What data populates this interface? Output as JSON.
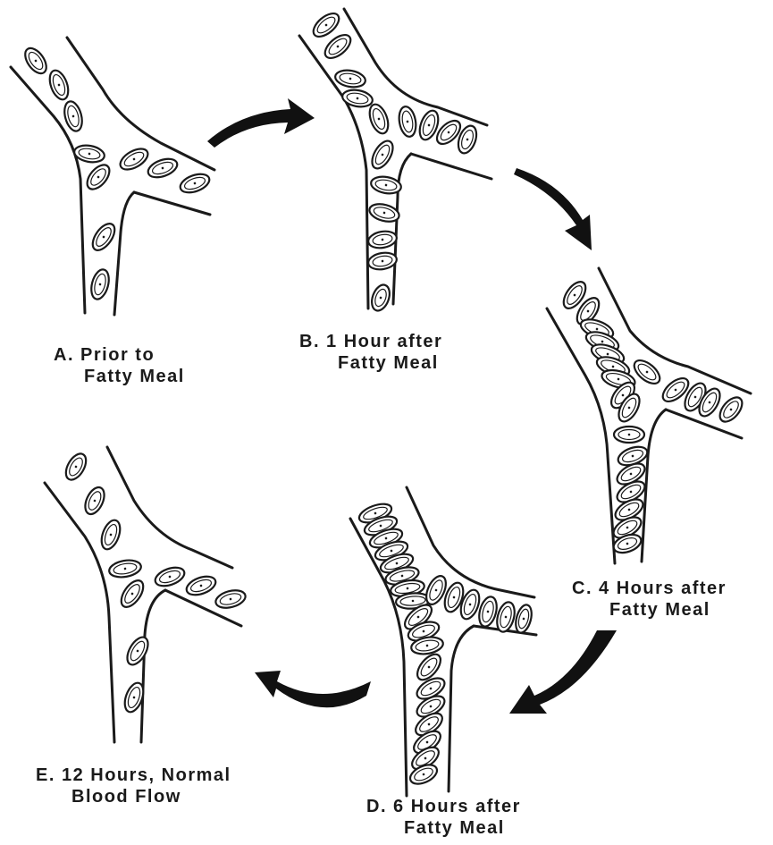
{
  "panels": [
    {
      "id": "A",
      "line1": "A. Prior to",
      "line2": "Fatty Meal"
    },
    {
      "id": "B",
      "line1": "B. 1 Hour after",
      "line2": "Fatty Meal"
    },
    {
      "id": "C",
      "line1": "C. 4 Hours after",
      "line2": "Fatty Meal"
    },
    {
      "id": "D",
      "line1": "D. 6 Hours after",
      "line2": "Fatty Meal"
    },
    {
      "id": "E",
      "line1": "E. 12 Hours, Normal",
      "line2": "Blood Flow"
    }
  ],
  "colors": {
    "ink": "#1a1a1a",
    "background": "#ffffff"
  }
}
